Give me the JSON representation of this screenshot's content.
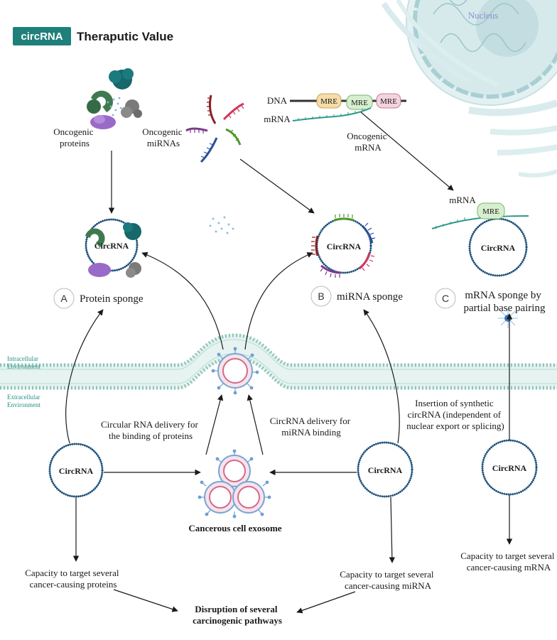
{
  "header": {
    "badge": "circRNA",
    "title": "Theraputic Value"
  },
  "nucleus_label": "Nucleus",
  "sources": {
    "oncogenic_proteins": [
      "Oncogenic",
      "proteins"
    ],
    "oncogenic_mirnas": [
      "Oncogenic",
      "miRNAs"
    ],
    "dna_label": "DNA",
    "mre_labels": [
      "MRE",
      "MRE",
      "MRE"
    ],
    "mrna_label": "mRNA",
    "oncogenic_mrna": [
      "Oncogenic",
      "mRNA"
    ]
  },
  "mechanisms": {
    "protein_sponge": {
      "letter": "A",
      "label": "Protein sponge",
      "circle": "CircRNA"
    },
    "mirna_sponge": {
      "letter": "B",
      "label": "miRNA sponge",
      "circle": "CircRNA"
    },
    "mrna_sponge": {
      "letter": "C",
      "label": [
        "mRNA sponge by",
        "partial base pairing"
      ],
      "circle": "CircRNA",
      "mrna_label": "mRNA",
      "mre_label": "MRE"
    }
  },
  "membrane": {
    "intracellular": [
      "Intracellular",
      "Environment"
    ],
    "extracellular": [
      "Extracellular",
      "Environment"
    ]
  },
  "delivery": {
    "proteins": [
      "Circular RNA delivery for",
      "the binding of proteins"
    ],
    "mirna": [
      "CircRNA delivery for",
      "miRNA binding"
    ],
    "synthetic": [
      "Insertion of synthetic",
      "circRNA  (independent of",
      "nuclear export or splicing)"
    ]
  },
  "bottom_circles": [
    "CircRNA",
    "CircRNA",
    "CircRNA"
  ],
  "exosome_label": "Cancerous cell exosome",
  "capacities": {
    "proteins": [
      "Capacity to target several",
      "cancer-causing proteins"
    ],
    "mirna": [
      "Capacity to target several",
      "cancer-causing miRNA"
    ],
    "mrna": [
      "Capacity to target several",
      "cancer-causing mRNA"
    ]
  },
  "disruption": [
    "Disruption of several",
    "carcinogenic pathways"
  ],
  "colors": {
    "badge": "#1f7f7a",
    "circle_stroke": "#1b4f7a",
    "membrane": "#a9d3cc",
    "membrane_dot": "#7fb9af",
    "env_label": "#2a8f86",
    "nucleus": "#cfe8ea",
    "mre_orange": "#f6dca9",
    "mre_green": "#d8efcf",
    "mre_pink": "#f3d3df"
  }
}
